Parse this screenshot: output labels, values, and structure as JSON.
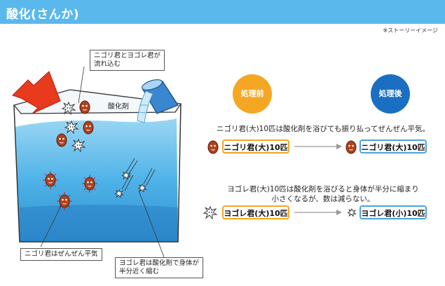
{
  "header": {
    "title": "酸化(さんか)"
  },
  "note": "※ストーリーイメージ",
  "tank": {
    "agent_label": "酸化剤",
    "callout_inflow": "ニゴリ君とヨゴレ君が\n流れ込む",
    "callout_nigori": "ニゴリ君はぜんぜん平気",
    "callout_yogore": "ヨゴレ君は酸化剤で身体が\n半分近く縮む"
  },
  "stages": {
    "before": "処理前",
    "after": "処理後"
  },
  "nigori": {
    "desc": "ニゴリ君(大)10匹は酸化剤を浴びても振り払ってぜんぜん平気。",
    "before_box": "ニゴリ君(大)10匹",
    "after_box": "ニゴリ君(大)10匹"
  },
  "yogore": {
    "desc_line1": "ヨゴレ君(大)10匹は酸化剤を浴びると身体が半分に縮まり",
    "desc_line2": "小さくなるが、数は減らない。",
    "before_box": "ヨゴレ君(大)10匹",
    "after_box": "ヨゴレ君(小)10匹"
  },
  "colors": {
    "header": "#5bb8ec",
    "before": "#f5a623",
    "after": "#1b6fc2",
    "water": "#4fb3e8",
    "nigori": "#b0421e"
  }
}
